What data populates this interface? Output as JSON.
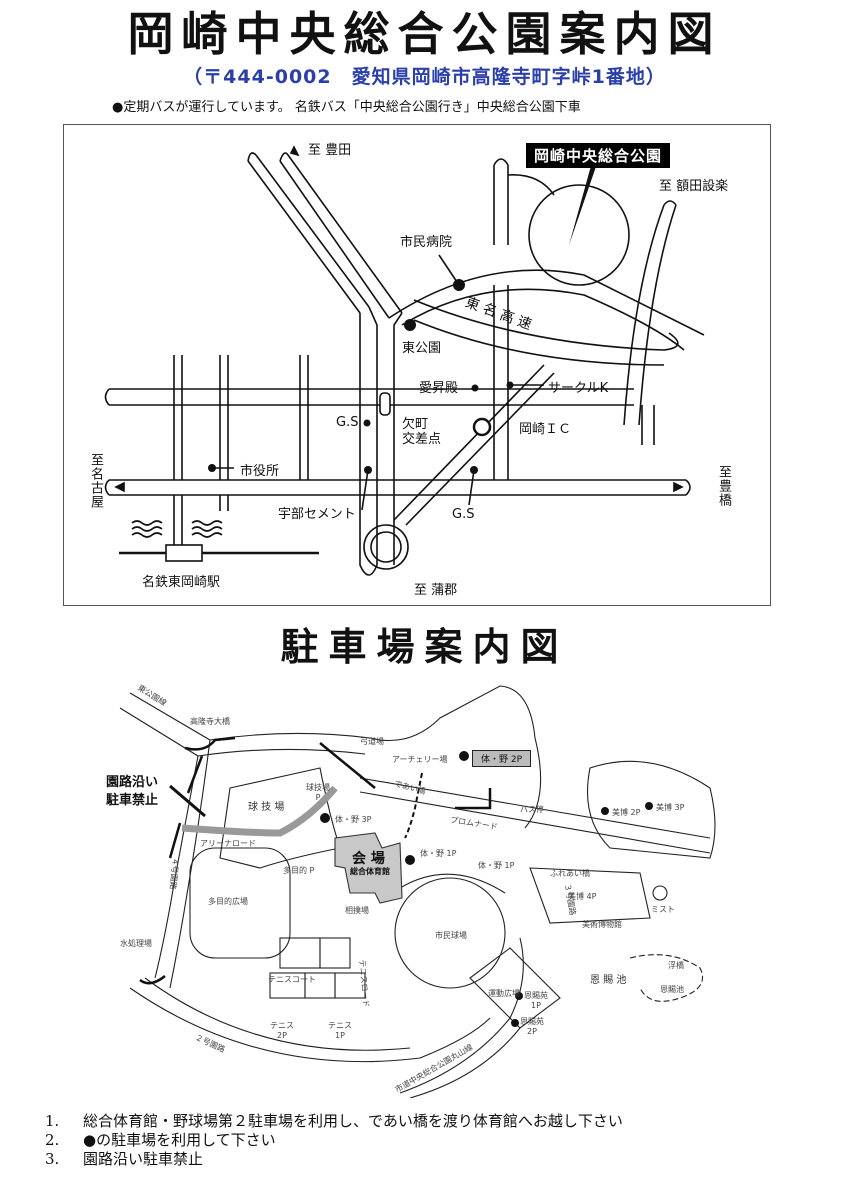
{
  "header": {
    "title": "岡崎中央総合公園案内図",
    "address": "（〒444-0002　愛知県岡崎市高隆寺町字峠1番地）",
    "bus_note": "●定期バスが運行しています。 名鉄バス「中央総合公園行き」中央総合公園下車",
    "address_color": "#2b3fa8"
  },
  "route_map": {
    "park_badge": "岡崎中央総合公園",
    "labels": {
      "to_toyota": "至 豊田",
      "to_nukata": "至 額田設楽",
      "city_hospital": "市民病院",
      "higashi_park": "東公園",
      "tomei": "東 名 高 速",
      "aishoden": "愛昇殿",
      "circle_k": "サークルK",
      "gs_left": "G.S",
      "kakemachi": "欠町\n交差点",
      "okazaki_ic": "岡崎ＩＣ",
      "city_hall": "市役所",
      "ube_cement": "宇部セメント",
      "gs_bottom": "G.S",
      "to_gamagori": "至 蒲郡",
      "station": "名鉄東岡崎駅",
      "to_nagoya": "至名古屋",
      "to_toyohashi": "至豊橋"
    }
  },
  "parking_map": {
    "title": "駐車場案内図",
    "no_parking_warning": "園路沿い\n駐車禁止",
    "venue": "会 場",
    "venue_sub": "総合体育館",
    "lot_2p": "体・野 2P",
    "labels": {
      "higashi_line": "東公園線",
      "koryuji_bridge": "高隆寺大橋",
      "kyudo": "弓道場",
      "archery": "アーチェリー場",
      "deai_bridge": "であい橋",
      "ball_field": "球 技 場",
      "ball_field_p": "球技場\nP",
      "lot_3p": "体・野 3P",
      "arena_road": "アリーナロード",
      "multi_p": "多目的 P",
      "multi_field": "多目的広場",
      "promenade": "プロムナード",
      "bus_stop": "バス停",
      "lot_1p_a": "体・野 1P",
      "lot_1p_b": "体・野 1P",
      "fureai_bridge": "ふれあい橋",
      "museum_2p": "美博 2P",
      "museum_3p": "美博 3P",
      "museum_4p": "美博 4P",
      "museum": "美術博物館",
      "mist": "ミスト",
      "sumo": "相撲場",
      "stadium": "市民球場",
      "water_plant": "水処理場",
      "tennis_court": "テニスコート",
      "tennis_2p": "テニス\n2P",
      "tennis_1p": "テニス\n1P",
      "exercise_field": "運動広場",
      "road_2": "２号園路",
      "road_3": "３号園路",
      "road_4": "４号園路",
      "onshi_pond": "恩 賜 池",
      "onshi_pond2": "恩賜池",
      "floating_bridge": "浮橋",
      "onshi_1p": "恩賜苑\n1P",
      "onshi_2p": "恩賜苑\n2P",
      "maruyama_line": "市道中央総合公園丸山線",
      "tennis_road": "テニスロード"
    }
  },
  "notes": [
    {
      "num": "1.",
      "text": "総合体育館・野球場第２駐車場を利用し、であい橋を渡り体育館へお越し下さい"
    },
    {
      "num": "2.",
      "text": "●の駐車場を利用して下さい"
    },
    {
      "num": "3.",
      "text": "園路沿い駐車禁止"
    }
  ]
}
